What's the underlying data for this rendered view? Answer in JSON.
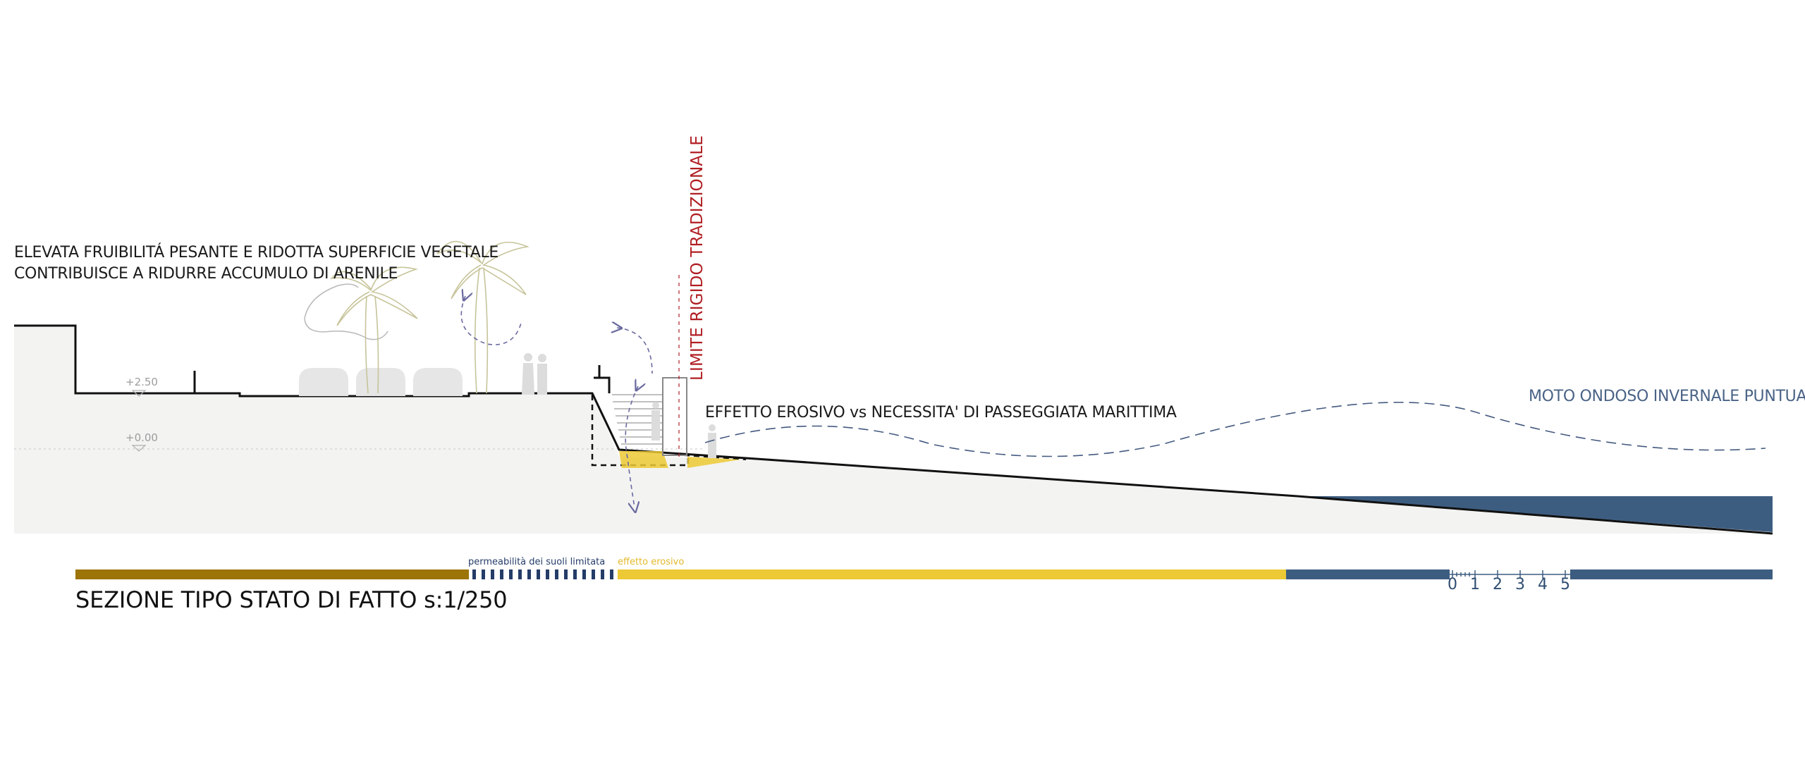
{
  "notes": {
    "left_line1": "ELEVATA FRUIBILITÁ PESANTE E RIDOTTA SUPERFICIE VEGETALE",
    "left_line2": "CONTRIBUISCE A RIDURRE ACCUMULO DI ARENILE",
    "vertical": "LIMITE RIGIDO TRADIZIONALE",
    "erosion": "EFFETTO EROSIVO vs NECESSITA' DI PASSEGGIATA MARITTIMA",
    "waves": "MOTO ONDOSO INVERNALE PUNTUALE"
  },
  "levels": {
    "upper": "+2.50",
    "zero": "+0.00"
  },
  "legend": {
    "permeability": "permeabilità dei suoli limitata",
    "erosion": "effetto erosivo"
  },
  "title": "SEZIONE TIPO STATO DI FATTO s:1/250",
  "scale": {
    "ticks": [
      "0",
      "1",
      "2",
      "3",
      "4",
      "5"
    ]
  },
  "colors": {
    "ground": "#f3f3f2",
    "brown": "#9c7407",
    "yellow": "#ecc935",
    "navy": "#243c68",
    "sea": "#3d5d80",
    "dark_red": "#b01e23",
    "palm": "#c7c49a",
    "arrow": "#6a6aa0"
  }
}
